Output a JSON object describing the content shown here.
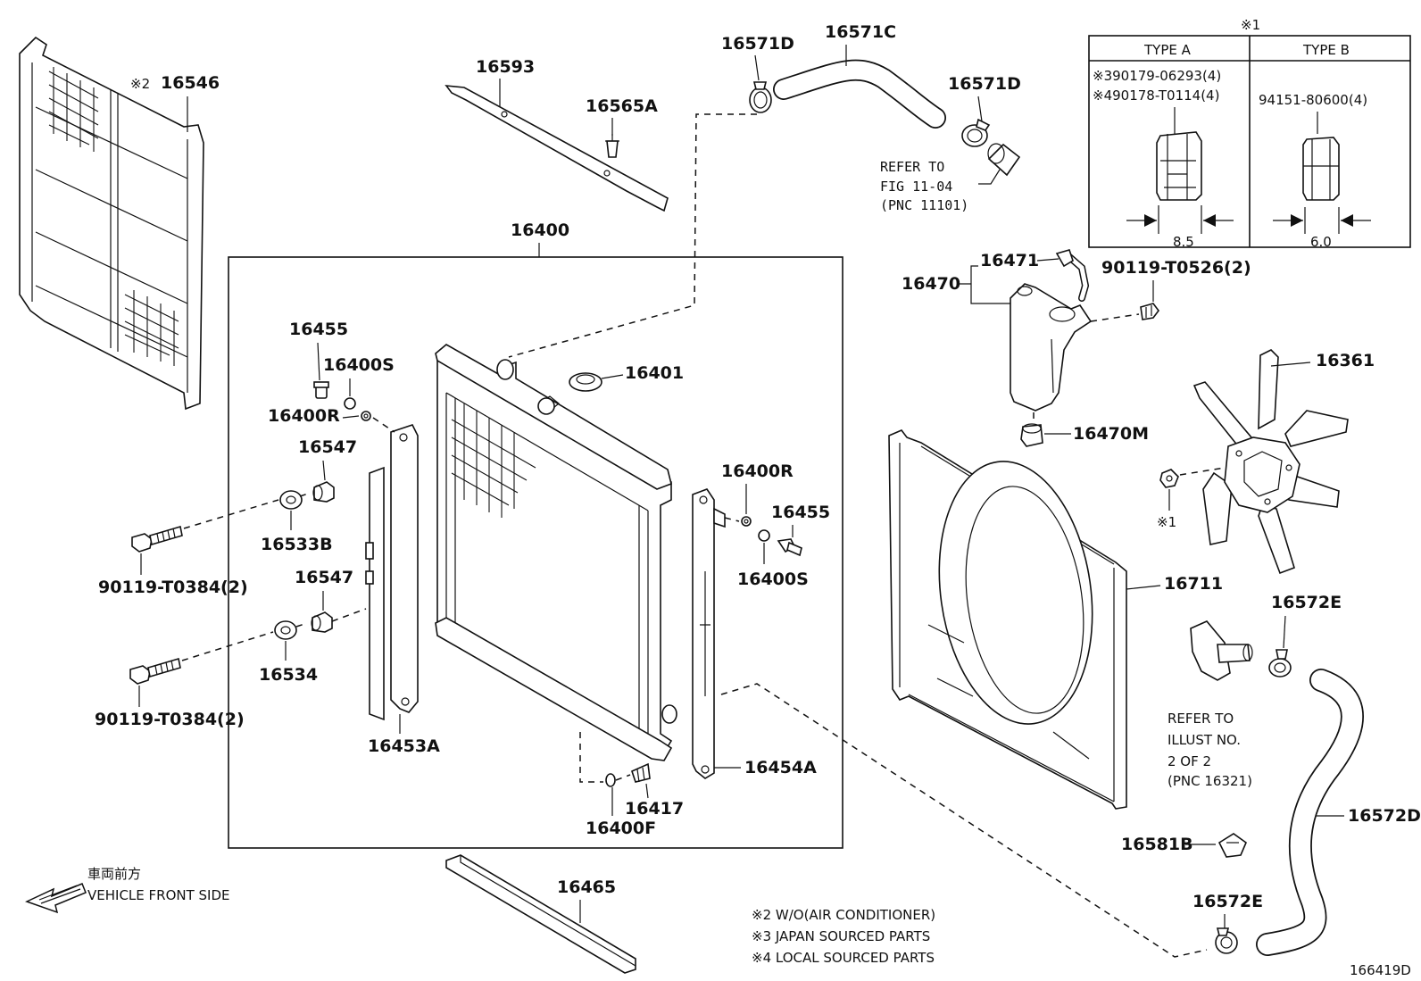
{
  "labels": {
    "p16546": "16546",
    "mark_16546": "※2",
    "p16593": "16593",
    "p16565A": "16565A",
    "p16571D_a": "16571D",
    "p16571C": "16571C",
    "p16571D_b": "16571D",
    "p16400": "16400",
    "p16401": "16401",
    "p16455_a": "16455",
    "p16400S_a": "16400S",
    "p16400R_a": "16400R",
    "p16547_a": "16547",
    "p16533B": "16533B",
    "p90119_a": "90119-T0384(2)",
    "p16547_b": "16547",
    "p16534": "16534",
    "p90119_b": "90119-T0384(2)",
    "p16453A": "16453A",
    "p16400R_b": "16400R",
    "p16455_b": "16455",
    "p16400S_b": "16400S",
    "p16454A": "16454A",
    "p16417": "16417",
    "p16400F": "16400F",
    "p16465": "16465",
    "p16470": "16470",
    "p16471": "16471",
    "p90119_c": "90119-T0526(2)",
    "p16470M": "16470M",
    "p16361": "16361",
    "mark_fan": "※1",
    "p16711": "16711",
    "p16572E_a": "16572E",
    "p16572D": "16572D",
    "p16581B": "16581B",
    "p16572E_b": "16572E"
  },
  "refs": {
    "fig_line1": "REFER TO",
    "fig_line2": "FIG 11-04",
    "fig_line3": "(PNC 11101)",
    "illust_line1": "REFER TO",
    "illust_line2": "ILLUST NO.",
    "illust_line3": "2 OF 2",
    "illust_line4": "(PNC 16321)"
  },
  "type_table": {
    "mark": "※1",
    "type_a": "TYPE A",
    "type_b": "TYPE B",
    "a_part1": "※390179-06293(4)",
    "a_part2": "※490178-T0114(4)",
    "b_part1": "94151-80600(4)",
    "a_dim": "8.5",
    "b_dim": "6.0"
  },
  "direction": {
    "jp": "車両前方",
    "en": "VEHICLE FRONT SIDE"
  },
  "notes": [
    "※2  W/O(AIR CONDITIONER)",
    "※3  JAPAN SOURCED PARTS",
    "※4  LOCAL SOURCED PARTS"
  ],
  "illustration_id": "166419D"
}
